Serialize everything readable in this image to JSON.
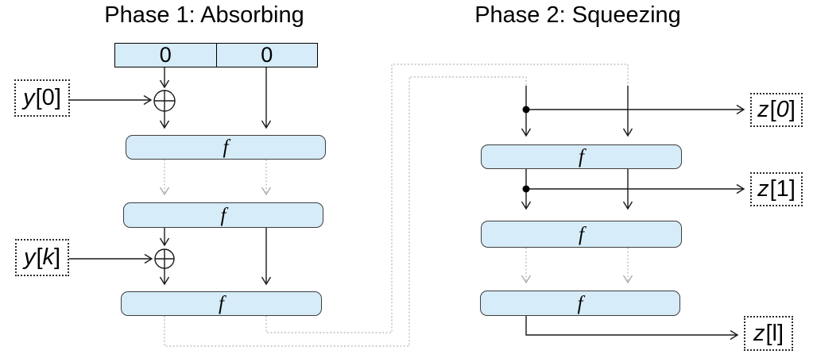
{
  "titles": {
    "phase1": "Phase 1: Absorbing",
    "phase2": "Phase 2: Squeezing"
  },
  "labels": {
    "f": "f"
  },
  "state": {
    "cells": [
      "0",
      "0"
    ]
  },
  "io": {
    "y0": {
      "var": "y",
      "open": "[",
      "index": "0",
      "close": "]"
    },
    "yk": {
      "var": "y",
      "open": "[",
      "index": "k",
      "close": "]"
    },
    "z0": {
      "var": "z",
      "open": "[",
      "index": "0",
      "close": "]"
    },
    "z1": {
      "var": "z",
      "open": "[",
      "index": "1",
      "close": "]"
    },
    "zl": {
      "var": "z",
      "open": "[",
      "index": "l",
      "close": "]"
    }
  },
  "icons": {
    "xor": "xor-icon",
    "junction": "junction-dot"
  },
  "colors": {
    "box_fill": "#d6ecf8",
    "box_border": "#3d3d3d",
    "state_border": "#000000",
    "wire": "#1a1a1a",
    "dotted_wire": "#b3b3b3",
    "label_border": "#2b2b2b"
  }
}
